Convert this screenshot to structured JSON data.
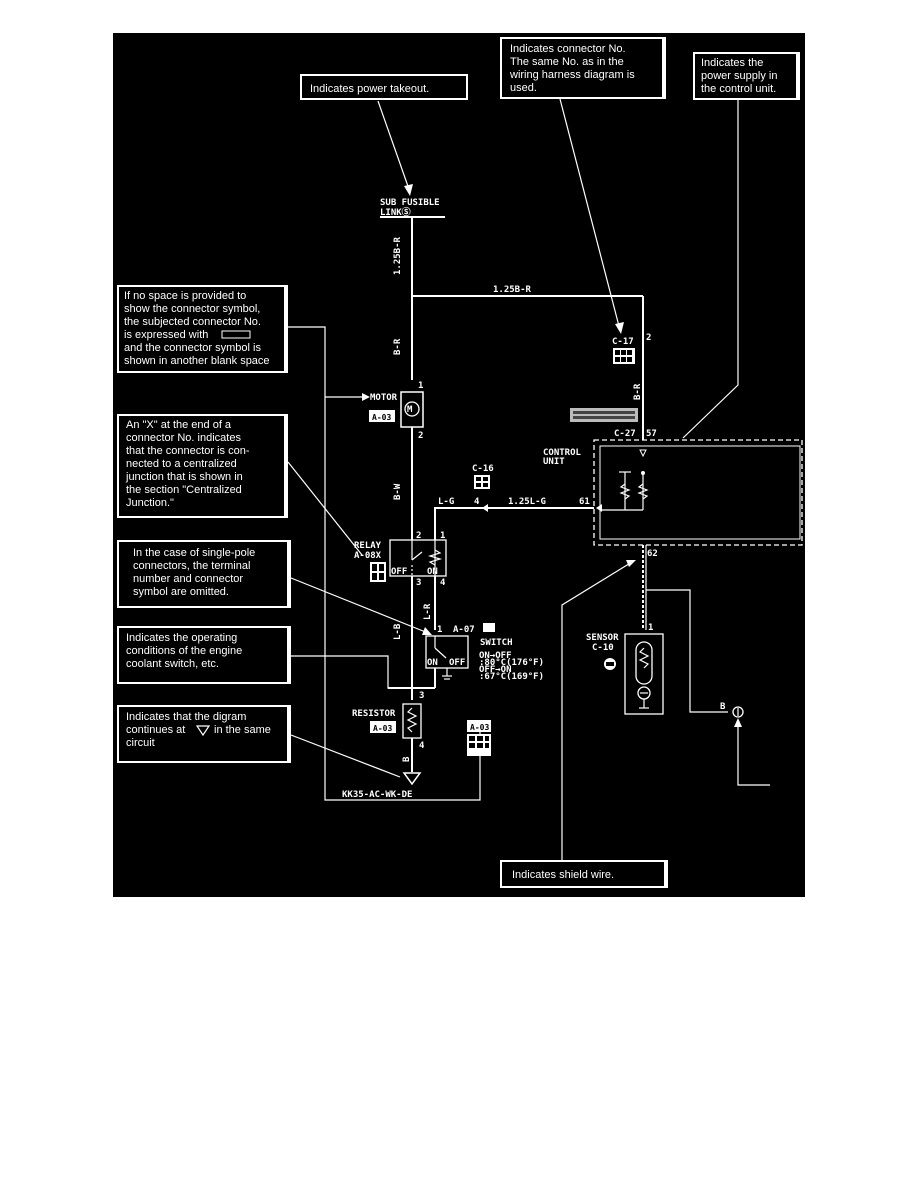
{
  "callouts": {
    "power_takeout": "Indicates power takeout.",
    "connector_no": [
      "Indicates connector No.",
      "The same No. as in the",
      "wiring harness diagram is",
      "used."
    ],
    "power_supply": [
      "Indicates the",
      "power supply in",
      "the control unit."
    ],
    "no_space": [
      "If no space is provided to",
      "show the connector symbol,",
      "the subjected connector No.",
      "is expressed with",
      "and the connector symbol is",
      "shown in another blank space"
    ],
    "x_end": [
      "An \"X\" at the end of a",
      "connector No. indicates",
      "that the connector is con-",
      "nected to a centralized",
      "junction that is shown in",
      "the section \"Centralized",
      "Junction.\""
    ],
    "single_pole": [
      "In the case of single-pole",
      "connectors, the terminal",
      "number and connector",
      "symbol are omitted."
    ],
    "operating": [
      "Indicates the operating",
      "conditions of the engine",
      "coolant switch, etc."
    ],
    "continues": [
      "Indicates that the digram",
      "continues at",
      "in the same",
      "circuit"
    ],
    "shield": "Indicates shield wire."
  },
  "diagram": {
    "sub_fusible": [
      "SUB FUSIBLE",
      "LINKⓈ"
    ],
    "wire_125b_r_vert": "1.25B-R",
    "wire_125b_r_horiz": "1.25B-R",
    "b_r_1": "B-R",
    "b_r_2": "B-R",
    "motor": "MOTOR",
    "motor_conn": "A-03",
    "b_w": "B-W",
    "c17": "C-17",
    "c16": "C-16",
    "c27": "C-27",
    "pin_57": "57",
    "pin_2_c17": "2",
    "control_unit": [
      "CONTROL",
      "UNIT"
    ],
    "l_g": "L-G",
    "pin_4_c16": "4",
    "wire_125l_g": "1.25L-G",
    "pin_61": "61",
    "relay": [
      "RELAY",
      "A-08X"
    ],
    "relay_pins": [
      "2",
      "1",
      "3",
      "4"
    ],
    "relay_off": "OFF",
    "relay_on": "ON",
    "l_b": "L-B",
    "l_r": "L-R",
    "switch_conn": "A-07",
    "switch": "SWITCH",
    "switch_pin": "1",
    "switch_cond": [
      "ON→OFF",
      ":80°C(176°F)",
      "OFF→ON",
      ":67°C(169°F)"
    ],
    "sw_on": "ON",
    "sw_off": "OFF",
    "resistor": "RESISTOR",
    "resistor_conn": "A-03",
    "res_pin_3": "3",
    "res_pin_4": "4",
    "b_wire": "B",
    "a03_box": "A-03",
    "footer_code": "KK35-AC-WK-DE",
    "sensor": [
      "SENSOR",
      "C-10"
    ],
    "pin_62": "62",
    "sensor_pin": "1",
    "b_right": "B",
    "motor_pin_1": "1",
    "motor_pin_2": "2"
  },
  "colors": {
    "background": "#000000",
    "ink": "#ffffff",
    "page": "#ffffff"
  }
}
